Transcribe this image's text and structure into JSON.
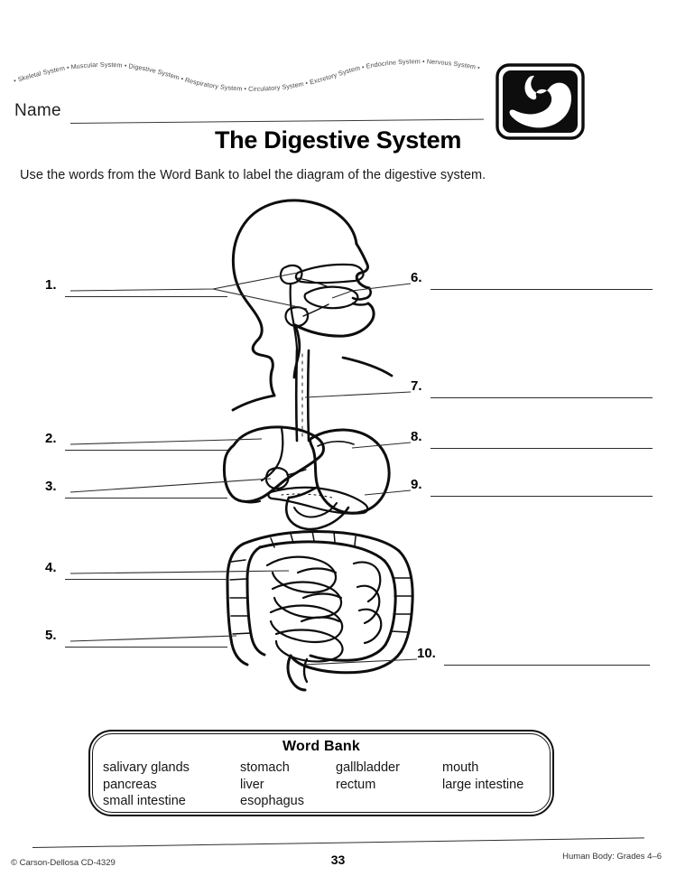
{
  "banner": {
    "systems": [
      "Skeletal System",
      "Muscular System",
      "Digestive System",
      "Respiratory System",
      "Circulatory System",
      "Excretory System",
      "Endocrine System",
      "Nervous System"
    ],
    "separator": "•",
    "text": "• Skeletal System • Muscular System • Digestive System • Respiratory System • Circulatory System • Excretory System • Endocrine System • Nervous System •"
  },
  "name_field": {
    "label": "Name",
    "value": ""
  },
  "header": {
    "badge_icon": "stomach-icon",
    "title": "The Digestive System",
    "instruction": "Use the words from the Word Bank to label the diagram of the digestive system."
  },
  "diagram": {
    "alt": "Side-view line drawing of the human digestive system: head in profile with mouth, tongue and salivary glands, esophagus running down the neck, liver, stomach, gallbladder, pancreas, large intestine, small intestine and rectum.",
    "parts": [
      "head-profile",
      "mouth",
      "tongue",
      "salivary-glands",
      "esophagus",
      "liver",
      "stomach",
      "gallbladder",
      "pancreas",
      "large-intestine",
      "small-intestine",
      "rectum"
    ]
  },
  "answer_blanks": [
    {
      "number": "1.",
      "side": "left",
      "value": ""
    },
    {
      "number": "2.",
      "side": "left",
      "value": ""
    },
    {
      "number": "3.",
      "side": "left",
      "value": ""
    },
    {
      "number": "4.",
      "side": "left",
      "value": ""
    },
    {
      "number": "5.",
      "side": "left",
      "value": ""
    },
    {
      "number": "6.",
      "side": "right",
      "value": ""
    },
    {
      "number": "7.",
      "side": "right",
      "value": ""
    },
    {
      "number": "8.",
      "side": "right",
      "value": ""
    },
    {
      "number": "9.",
      "side": "right",
      "value": ""
    },
    {
      "number": "10.",
      "side": "right",
      "value": ""
    }
  ],
  "word_bank": {
    "title": "Word Bank",
    "columns": [
      [
        "salivary glands",
        "pancreas",
        "small intestine"
      ],
      [
        "stomach",
        "liver",
        "esophagus"
      ],
      [
        "gallbladder",
        "rectum"
      ],
      [
        "mouth",
        "large intestine"
      ]
    ]
  },
  "footer": {
    "copyright": "© Carson-Dellosa CD-4329",
    "page_number": "33",
    "series": "Human Body: Grades 4–6"
  },
  "colors": {
    "ink": "#111111",
    "paper": "#ffffff",
    "banner_text": "#4a4a4a",
    "rule": "#2b2b2b"
  }
}
